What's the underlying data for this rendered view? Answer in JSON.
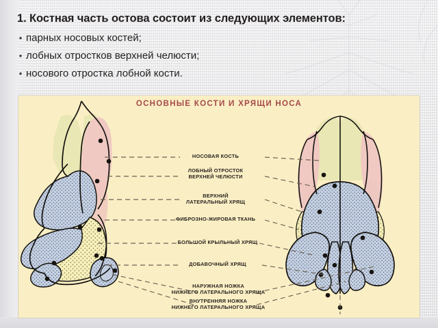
{
  "slide": {
    "heading": "1. Костная часть остова состоит из следующих элементов:",
    "bullet_marker": "•",
    "bullets": [
      "парных носовых костей;",
      "лобных отростков верхней челюсти;",
      "носового отростка лобной кости."
    ]
  },
  "figure": {
    "title": "Основные кости и хрящи носа",
    "panel_color": "#faeec4",
    "title_color": "#a44a4a",
    "labels": [
      {
        "id": "nasal-bone",
        "line1": "Носовая кость",
        "line2": ""
      },
      {
        "id": "frontal-process",
        "line1": "Лобный отросток",
        "line2": "верхней челюсти"
      },
      {
        "id": "upper-lateral",
        "line1": "Верхний",
        "line2": "латеральный хрящ"
      },
      {
        "id": "fibro-fatty",
        "line1": "Фиброзно-жировая ткань",
        "line2": ""
      },
      {
        "id": "greater-alar",
        "line1": "Большой крыльный хрящ",
        "line2": ""
      },
      {
        "id": "accessory",
        "line1": "Добавочный хрящ",
        "line2": ""
      },
      {
        "id": "lateral-crus",
        "line1": "Наружная ножка",
        "line2": "нижнего латерального хряща"
      },
      {
        "id": "medial-crus",
        "line1": "Внутренняя ножка",
        "line2": "нижнего латерального хряща"
      }
    ],
    "region_colors": {
      "nasal_bone_pink": "#f0c9c2",
      "maxilla_olive": "#e9e7b4",
      "cartilage_blue": "#c2cde0",
      "fibro_fatty_yellow": "#f3eab0",
      "outline": "#1a1a1a",
      "leader_line": "#6b6251"
    }
  }
}
